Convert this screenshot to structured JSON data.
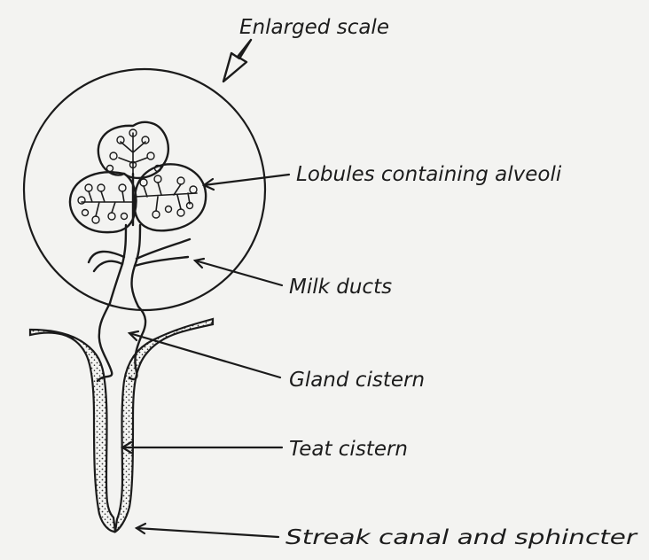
{
  "diagram": {
    "labels": {
      "enlarged_scale": "Enlarged scale",
      "lobules": "Lobules containing alveoli",
      "milk_ducts": "Milk ducts",
      "gland_cistern": "Gland cistern",
      "teat_cistern": "Teat cistern",
      "streak_canal": "Streak canal and sphincter"
    }
  }
}
